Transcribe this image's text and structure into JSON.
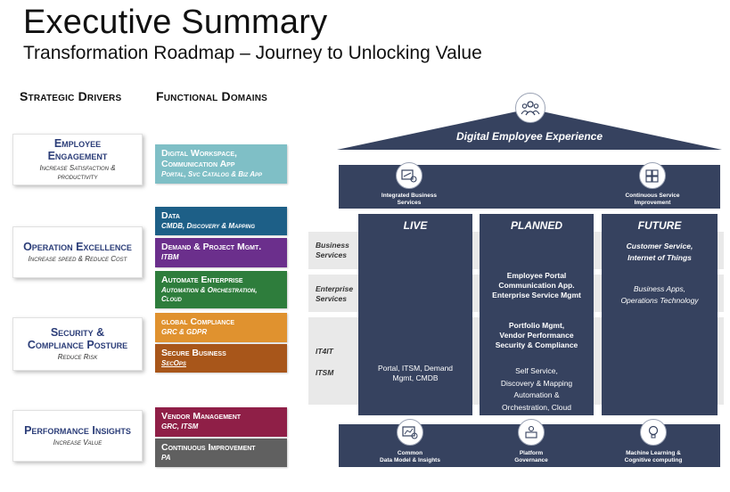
{
  "header": {
    "title": "Executive Summary",
    "subtitle": "Transformation Roadmap – Journey to Unlocking Value"
  },
  "columns": {
    "drivers_heading": "Strategic Drivers",
    "domains_heading": "Functional Domains"
  },
  "drivers": [
    {
      "title_line1": "Employee",
      "title_line2": "Engagement",
      "sub_line1": "Increase Satisfaction &",
      "sub_line2": "productivity"
    },
    {
      "title_line1": "Operation Excellence",
      "sub_line1": "Increase speed & Reduce Cost"
    },
    {
      "title_line1": "Security &",
      "title_line2": "Compliance Posture",
      "sub_line1": "Reduce Risk"
    },
    {
      "title_line1": "Performance Insights",
      "sub_line1": "Increase Value"
    }
  ],
  "domains": [
    {
      "title_line1": "Digital Workspace,",
      "title_line2": "Communication App",
      "sub": "Portal, Svc Catalog & Biz App",
      "color": "#7fbfc6"
    },
    {
      "title_line1": "Data",
      "sub": "CMDB, Discovery & Mapping",
      "color": "#1d5f87"
    },
    {
      "title_line1": "Demand & Project Mgmt.",
      "sub": "ITBM",
      "color": "#6b2f8c"
    },
    {
      "title_line1": "Automate Enterprise",
      "sub_line1": "Automation & Orchestration,",
      "sub_line2": "Cloud",
      "color": "#2e7d3c"
    },
    {
      "title_line1": "global Compliance",
      "sub": "GRC & GDPR",
      "color": "#e0922f"
    },
    {
      "title_line1": "Secure Business",
      "sub": "SecOps",
      "color": "#a8561a"
    },
    {
      "title_line1": "Vendor Management",
      "sub": "GRC, ITSM",
      "color": "#8f1f47"
    },
    {
      "title_line1": "Continuous Improvement",
      "sub": "PA",
      "color": "#606060"
    }
  ],
  "diagram": {
    "roof": "Digital Employee Experience",
    "top_icons": [
      {
        "label_line1": "Integrated Business",
        "label_line2": "Services"
      },
      {
        "label_line1": "Continuous Service",
        "label_line2": "Improvement"
      }
    ],
    "band_labels": [
      {
        "line1": "Business",
        "line2": "Services"
      },
      {
        "line1": "Enterprise",
        "line2": "Services"
      },
      {
        "line1": "IT4IT"
      },
      {
        "line1": "ITSM"
      }
    ],
    "pillars": {
      "live": {
        "heading": "LIVE",
        "text_line1": "Portal, ITSM, Demand",
        "text_line2": "Mgmt, CMDB"
      },
      "planned": {
        "heading": "PLANNED",
        "group1": [
          "Employee Portal",
          "Communication App.",
          "Enterprise Service Mgmt"
        ],
        "group2": [
          "Portfolio Mgmt,",
          "Vendor Performance",
          "Security & Compliance"
        ],
        "group3": [
          "Self Service,",
          "Discovery & Mapping",
          "Automation &",
          "Orchestration, Cloud"
        ]
      },
      "future": {
        "heading": "FUTURE",
        "group1": [
          "Customer Service,",
          "Internet of Things"
        ],
        "group2": [
          "Business Apps,",
          "Operations Technology"
        ]
      }
    },
    "bottom_icons": [
      {
        "label_line1": "Common",
        "label_line2": "Data Model & Insights"
      },
      {
        "label_line1": "Platform",
        "label_line2": "Governance"
      },
      {
        "label_line1": "Machine Learning &",
        "label_line2": "Cognitive computing"
      }
    ],
    "colors": {
      "navy": "#36425f",
      "band": "#e9e9e9"
    }
  }
}
